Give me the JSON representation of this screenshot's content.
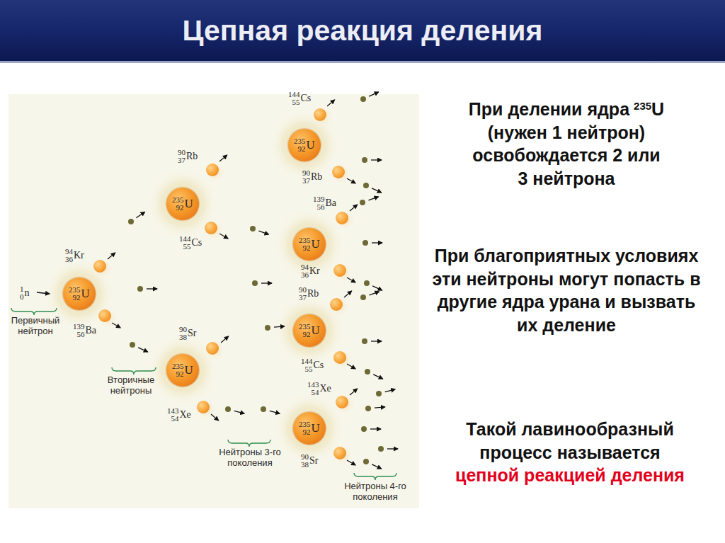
{
  "diagram": {
    "title": "Цепная реакция деления",
    "nodes": [
      {
        "text": [
          "235",
          "92",
          "U"
        ]
      },
      {
        "text": [
          "94",
          "36",
          "Kr"
        ]
      },
      {
        "text": [
          "139",
          "56",
          "Ba"
        ]
      },
      {
        "text": [
          "235",
          "92",
          "U"
        ]
      },
      {
        "text": [
          "90",
          "37",
          "Rb"
        ]
      },
      {
        "text": [
          "144",
          "55",
          "Cs"
        ]
      },
      {
        "text": [
          "235",
          "92",
          "U"
        ]
      },
      {
        "text": [
          "90",
          "38",
          "Sr"
        ]
      },
      {
        "text": [
          "143",
          "54",
          "Xe"
        ]
      },
      {
        "text": [
          "235",
          "92",
          "U"
        ]
      },
      {
        "text": [
          "144",
          "55",
          "Cs"
        ]
      },
      {
        "text": [
          "90",
          "37",
          "Rb"
        ]
      },
      {
        "text": [
          "235",
          "92",
          "U"
        ]
      },
      {
        "text": [
          "139",
          "56",
          "Ba"
        ]
      },
      {
        "text": [
          "94",
          "36",
          "Kr"
        ]
      },
      {
        "text": [
          "235",
          "92",
          "U"
        ]
      },
      {
        "text": [
          "90",
          "37",
          "Rb"
        ]
      },
      {
        "text": [
          "144",
          "55",
          "Cs"
        ]
      },
      {
        "text": [
          "235",
          "92",
          "U"
        ]
      },
      {
        "text": [
          "143",
          "54",
          "Xe"
        ]
      },
      {
        "text": [
          "90",
          "38",
          "Sr"
        ]
      }
    ],
    "labels": [
      "1",
      "0",
      "n",
      "Первичный нейтрон",
      "Вторичные нейтроны",
      "Нейтроны 3-го поколения",
      "Нейтроны 4-го поколения",
      "При делении ядра",
      "235",
      "U",
      "(нужен 1 нейтрон) освобождается 2 или 3 нейтрона",
      "При благоприятных условиях эти нейтроны могут попасть в другие ядра урана и вызвать их деление",
      "Такой лавинообразный процесс называется",
      "цепной реакцией деления"
    ]
  }
}
